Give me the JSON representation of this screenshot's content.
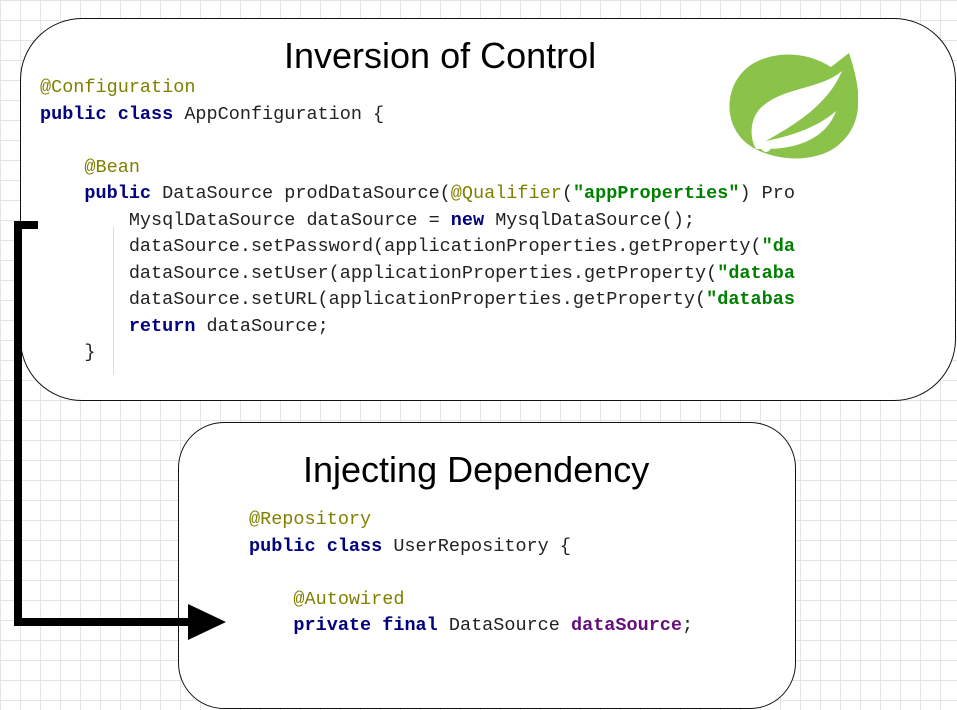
{
  "ioc": {
    "title": "Inversion of Control",
    "code_lines": [
      [
        [
          "an",
          "@Configuration"
        ]
      ],
      [
        [
          "kw",
          "public class "
        ],
        [
          "pl",
          "AppConfiguration {"
        ]
      ],
      [],
      [
        [
          "pl",
          "    "
        ],
        [
          "an",
          "@Bean"
        ]
      ],
      [
        [
          "pl",
          "    "
        ],
        [
          "kw",
          "public "
        ],
        [
          "pl",
          "DataSource prodDataSource("
        ],
        [
          "an",
          "@Qualifier"
        ],
        [
          "pl",
          "("
        ],
        [
          "st",
          "\"appProperties\""
        ],
        [
          "pl",
          ") Pro"
        ]
      ],
      [
        [
          "pl",
          "        MysqlDataSource dataSource = "
        ],
        [
          "kw",
          "new "
        ],
        [
          "pl",
          "MysqlDataSource();"
        ]
      ],
      [
        [
          "pl",
          "        dataSource.setPassword(applicationProperties.getProperty("
        ],
        [
          "st",
          "\"da"
        ]
      ],
      [
        [
          "pl",
          "        dataSource.setUser(applicationProperties.getProperty("
        ],
        [
          "st",
          "\"databa"
        ]
      ],
      [
        [
          "pl",
          "        dataSource.setURL(applicationProperties.getProperty("
        ],
        [
          "st",
          "\"databas"
        ]
      ],
      [
        [
          "pl",
          "        "
        ],
        [
          "kw",
          "return "
        ],
        [
          "pl",
          "dataSource;"
        ]
      ],
      [
        [
          "pl",
          "    }"
        ]
      ]
    ]
  },
  "dep": {
    "title": "Injecting Dependency",
    "code_lines": [
      [
        [
          "an",
          "@Repository"
        ]
      ],
      [
        [
          "kw",
          "public class "
        ],
        [
          "pl",
          "UserRepository {"
        ]
      ],
      [],
      [
        [
          "pl",
          "    "
        ],
        [
          "an",
          "@Autowired"
        ]
      ],
      [
        [
          "pl",
          "    "
        ],
        [
          "kw",
          "private final "
        ],
        [
          "pl",
          "DataSource "
        ],
        [
          "fd",
          "dataSource"
        ],
        [
          "pl",
          ";"
        ]
      ]
    ]
  },
  "logo": {
    "icon": "spring-leaf-logo",
    "color": "#8bc34a"
  },
  "arrow_color": "#000000"
}
